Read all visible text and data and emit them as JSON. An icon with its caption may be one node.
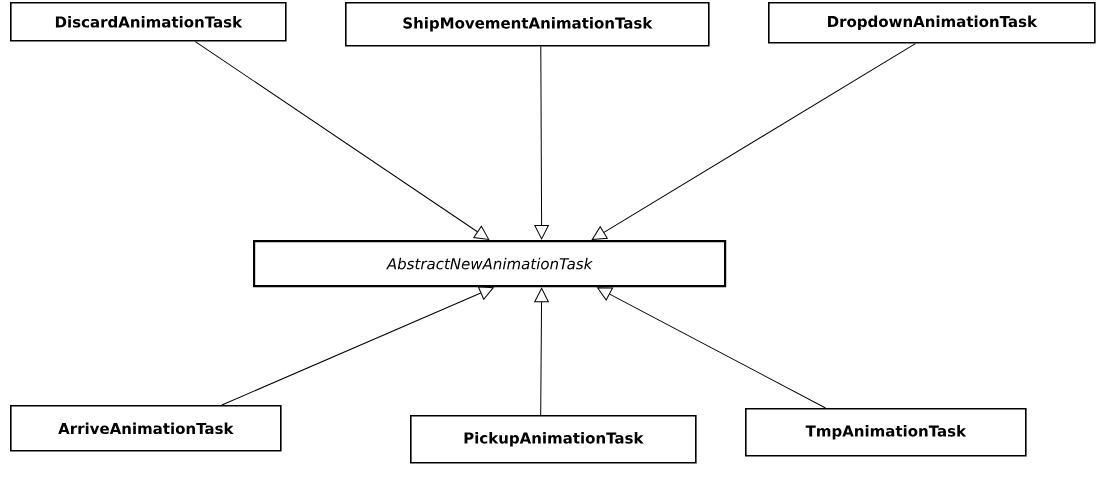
{
  "diagram": {
    "nodes": [
      {
        "text": [
          "DiscardAnimationTask"
        ]
      },
      {
        "text": [
          "ShipMovementAnimationTask"
        ]
      },
      {
        "text": [
          "DropdownAnimationTask"
        ]
      },
      {
        "text": [
          "AbstractNewAnimationTask"
        ]
      },
      {
        "text": [
          "ArriveAnimationTask"
        ]
      },
      {
        "text": [
          "PickupAnimationTask"
        ]
      },
      {
        "text": [
          "TmpAnimationTask"
        ]
      }
    ],
    "edges": [
      {
        "from": 0,
        "to": 3,
        "arrow": "to"
      },
      {
        "from": 1,
        "to": 3,
        "arrow": "to"
      },
      {
        "from": 2,
        "to": 3,
        "arrow": "to"
      },
      {
        "from": 4,
        "to": 3,
        "arrow": "to"
      },
      {
        "from": 5,
        "to": 3,
        "arrow": "to"
      },
      {
        "from": 6,
        "to": 3,
        "arrow": "to"
      }
    ]
  }
}
